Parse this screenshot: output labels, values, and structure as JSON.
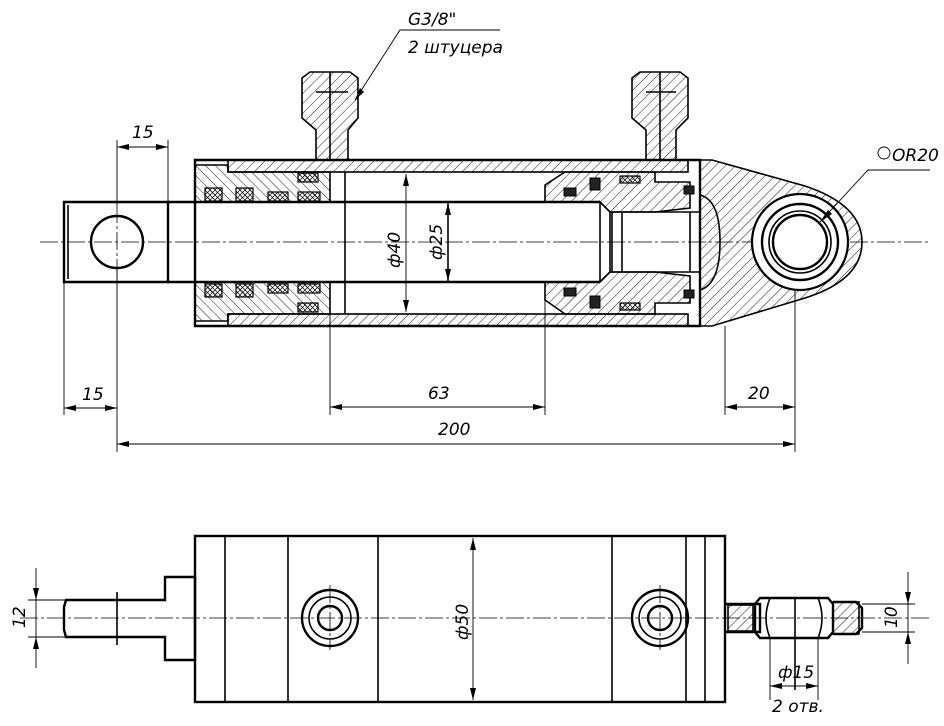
{
  "drawing": {
    "top_view": {
      "port_thread": "G3/8\"",
      "port_note": "2 штуцера",
      "eye_radius": "OR20",
      "dims": {
        "rod_eye_top": "15",
        "rod_eye_bottom": "15",
        "stroke": "63",
        "eye_end": "20",
        "overall": "200",
        "bore_dia": "ф40",
        "rod_dia": "ф25"
      }
    },
    "bottom_view": {
      "dims": {
        "rod_width": "12",
        "body_dia": "ф50",
        "eye_width": "10",
        "hole_dia": "ф15",
        "hole_count": "2 отв."
      }
    }
  }
}
